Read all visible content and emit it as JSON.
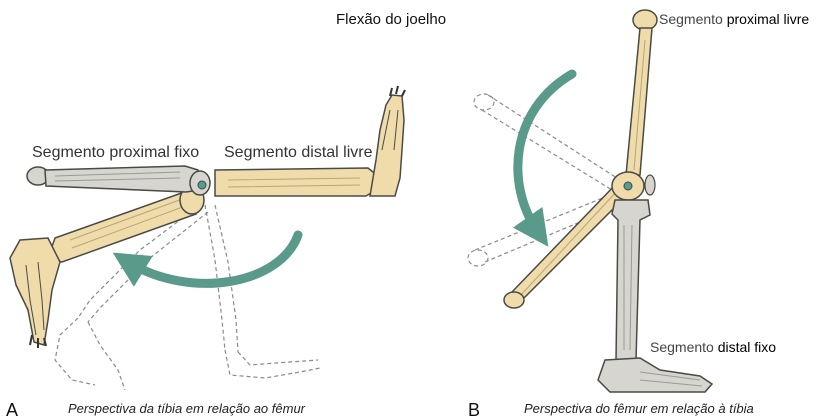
{
  "title": "Flexão do joelho",
  "panel_a": {
    "letter": "A",
    "label_fixed": "Segmento proximal fixo",
    "label_free": "Segmento distal livre",
    "caption": "Perspectiva da tíbia em relação ao fêmur"
  },
  "panel_b": {
    "letter": "B",
    "label_free_part1": "Segmento",
    "label_free_part2": "proximal livre",
    "label_fixed_part1": "Segmento",
    "label_fixed_part2": "distal fixo",
    "caption": "Perspectiva do fêmur em relação à tíbia"
  },
  "colors": {
    "bone_free": "#efdcaa",
    "bone_fixed": "#d6d5d0",
    "bone_outline": "#4a4a44",
    "arrow": "#5a9a8a",
    "ghost": "#8a8a8a"
  }
}
